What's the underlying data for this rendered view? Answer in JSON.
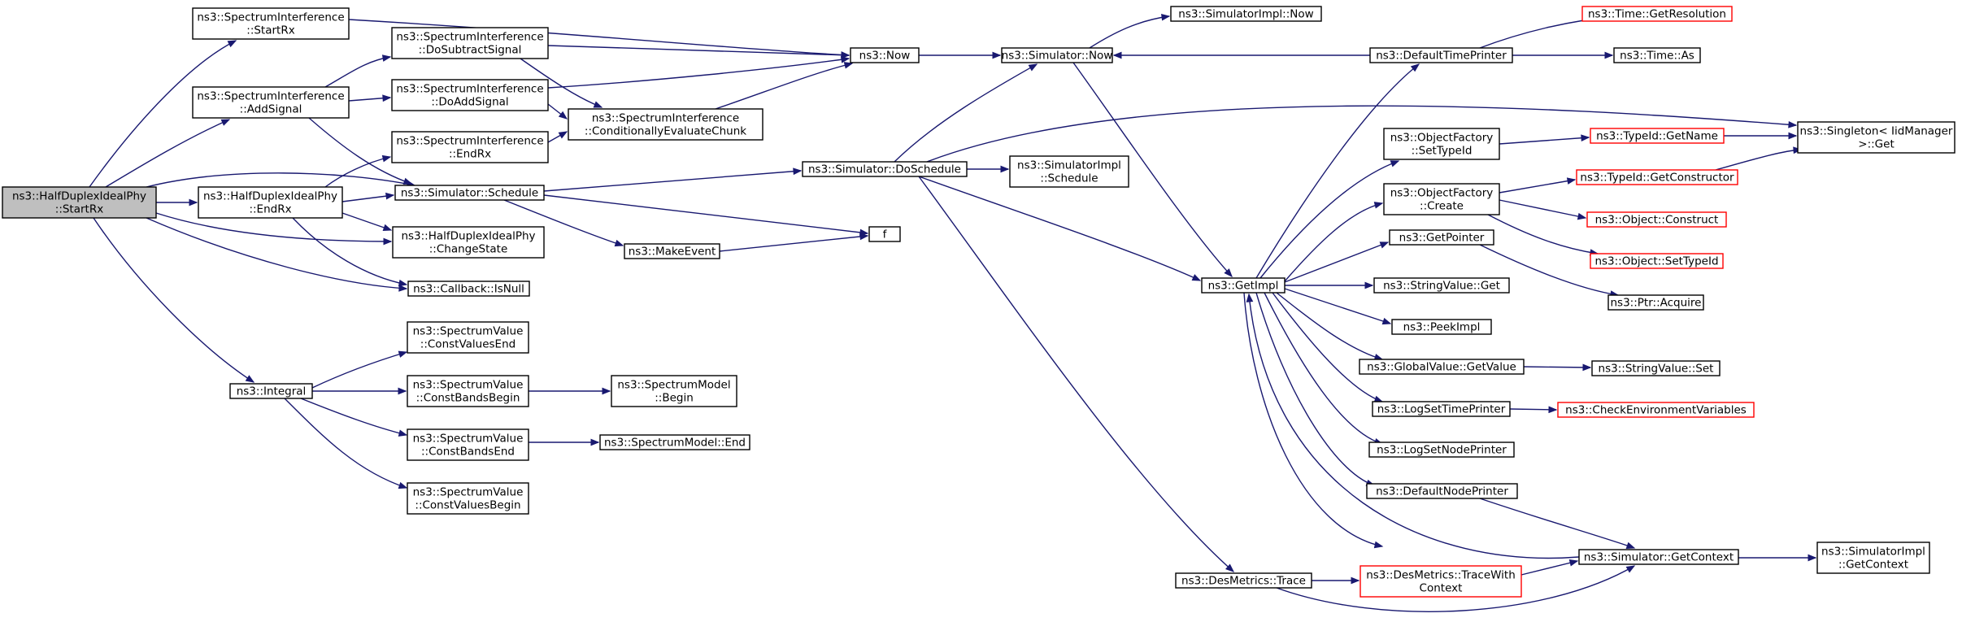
{
  "nodes": {
    "startrx": {
      "lines": [
        "ns3::HalfDuplexIdealPhy",
        "::StartRx"
      ],
      "style": "root"
    },
    "si_startrx": {
      "lines": [
        "ns3::SpectrumInterference",
        "::StartRx"
      ],
      "style": "normal"
    },
    "si_addsignal": {
      "lines": [
        "ns3::SpectrumInterference",
        "::AddSignal"
      ],
      "style": "normal"
    },
    "si_dosub": {
      "lines": [
        "ns3::SpectrumInterference",
        "::DoSubtractSignal"
      ],
      "style": "normal"
    },
    "si_doadd": {
      "lines": [
        "ns3::SpectrumInterference",
        "::DoAddSignal"
      ],
      "style": "normal"
    },
    "si_endrx": {
      "lines": [
        "ns3::SpectrumInterference",
        "::EndRx"
      ],
      "style": "normal"
    },
    "si_cond": {
      "lines": [
        "ns3::SpectrumInterference",
        "::ConditionallyEvaluateChunk"
      ],
      "style": "normal"
    },
    "hd_endrx": {
      "lines": [
        "ns3::HalfDuplexIdealPhy",
        "::EndRx"
      ],
      "style": "normal"
    },
    "sim_schedule": {
      "lines": [
        "ns3::Simulator::Schedule"
      ],
      "style": "normal"
    },
    "hd_changestate": {
      "lines": [
        "ns3::HalfDuplexIdealPhy",
        "::ChangeState"
      ],
      "style": "normal"
    },
    "cb_isnull": {
      "lines": [
        "ns3::Callback::IsNull"
      ],
      "style": "normal"
    },
    "makeevent": {
      "lines": [
        "ns3::MakeEvent"
      ],
      "style": "normal"
    },
    "f": {
      "lines": [
        "f"
      ],
      "style": "normal"
    },
    "integral": {
      "lines": [
        "ns3::Integral"
      ],
      "style": "normal"
    },
    "sv_cve": {
      "lines": [
        "ns3::SpectrumValue",
        "::ConstValuesEnd"
      ],
      "style": "normal"
    },
    "sv_cbb": {
      "lines": [
        "ns3::SpectrumValue",
        "::ConstBandsBegin"
      ],
      "style": "normal"
    },
    "sv_cbe": {
      "lines": [
        "ns3::SpectrumValue",
        "::ConstBandsEnd"
      ],
      "style": "normal"
    },
    "sv_cvb": {
      "lines": [
        "ns3::SpectrumValue",
        "::ConstValuesBegin"
      ],
      "style": "normal"
    },
    "sm_begin": {
      "lines": [
        "ns3::SpectrumModel",
        "::Begin"
      ],
      "style": "normal"
    },
    "sm_end": {
      "lines": [
        "ns3::SpectrumModel::End"
      ],
      "style": "normal"
    },
    "now": {
      "lines": [
        "ns3::Now"
      ],
      "style": "normal"
    },
    "sim_now": {
      "lines": [
        "ns3::Simulator::Now"
      ],
      "style": "normal"
    },
    "simimpl_now": {
      "lines": [
        "ns3::SimulatorImpl::Now"
      ],
      "style": "normal"
    },
    "sim_doschedule": {
      "lines": [
        "ns3::Simulator::DoSchedule"
      ],
      "style": "normal"
    },
    "simimpl_schedule": {
      "lines": [
        "ns3::SimulatorImpl",
        "::Schedule"
      ],
      "style": "normal"
    },
    "getimpl": {
      "lines": [
        "ns3::GetImpl"
      ],
      "style": "normal"
    },
    "desmetrics_trace": {
      "lines": [
        "ns3::DesMetrics::Trace"
      ],
      "style": "normal"
    },
    "desmetrics_twc": {
      "lines": [
        "ns3::DesMetrics::TraceWith",
        "Context"
      ],
      "style": "red"
    },
    "defaulttimeprinter": {
      "lines": [
        "ns3::DefaultTimePrinter"
      ],
      "style": "normal"
    },
    "time_getres": {
      "lines": [
        "ns3::Time::GetResolution"
      ],
      "style": "red"
    },
    "time_as": {
      "lines": [
        "ns3::Time::As"
      ],
      "style": "normal"
    },
    "of_settypeid": {
      "lines": [
        "ns3::ObjectFactory",
        "::SetTypeId"
      ],
      "style": "normal"
    },
    "of_create": {
      "lines": [
        "ns3::ObjectFactory",
        "::Create"
      ],
      "style": "normal"
    },
    "getpointer": {
      "lines": [
        "ns3::GetPointer"
      ],
      "style": "normal"
    },
    "stringvalue_get": {
      "lines": [
        "ns3::StringValue::Get"
      ],
      "style": "normal"
    },
    "peekimpl": {
      "lines": [
        "ns3::PeekImpl"
      ],
      "style": "normal"
    },
    "gv_getvalue": {
      "lines": [
        "ns3::GlobalValue::GetValue"
      ],
      "style": "normal"
    },
    "logsettimeprinter": {
      "lines": [
        "ns3::LogSetTimePrinter"
      ],
      "style": "normal"
    },
    "logsetnodeprinter": {
      "lines": [
        "ns3::LogSetNodePrinter"
      ],
      "style": "normal"
    },
    "defaultnodeprinter": {
      "lines": [
        "ns3::DefaultNodePrinter"
      ],
      "style": "normal"
    },
    "typeid_getname": {
      "lines": [
        "ns3::TypeId::GetName"
      ],
      "style": "red"
    },
    "typeid_getctor": {
      "lines": [
        "ns3::TypeId::GetConstructor"
      ],
      "style": "red"
    },
    "object_construct": {
      "lines": [
        "ns3::Object::Construct"
      ],
      "style": "red"
    },
    "object_settypeid": {
      "lines": [
        "ns3::Object::SetTypeId"
      ],
      "style": "red"
    },
    "ptr_acquire": {
      "lines": [
        "ns3::Ptr::Acquire"
      ],
      "style": "normal"
    },
    "stringvalue_set": {
      "lines": [
        "ns3::StringValue::Set"
      ],
      "style": "normal"
    },
    "checkenv": {
      "lines": [
        "ns3::CheckEnvironmentVariables"
      ],
      "style": "red"
    },
    "singleton_get": {
      "lines": [
        "ns3::Singleton< IidManager",
        " >::Get"
      ],
      "style": "normal"
    },
    "sim_getcontext": {
      "lines": [
        "ns3::Simulator::GetContext"
      ],
      "style": "normal"
    },
    "simimpl_getcontext": {
      "lines": [
        "ns3::SimulatorImpl",
        "::GetContext"
      ],
      "style": "normal"
    }
  },
  "colors": {
    "edge": "#191970",
    "root_fill": "#bfbfbf",
    "node_fill": "#ffffff",
    "node_border": "#000000",
    "red_border": "#ff0000"
  }
}
